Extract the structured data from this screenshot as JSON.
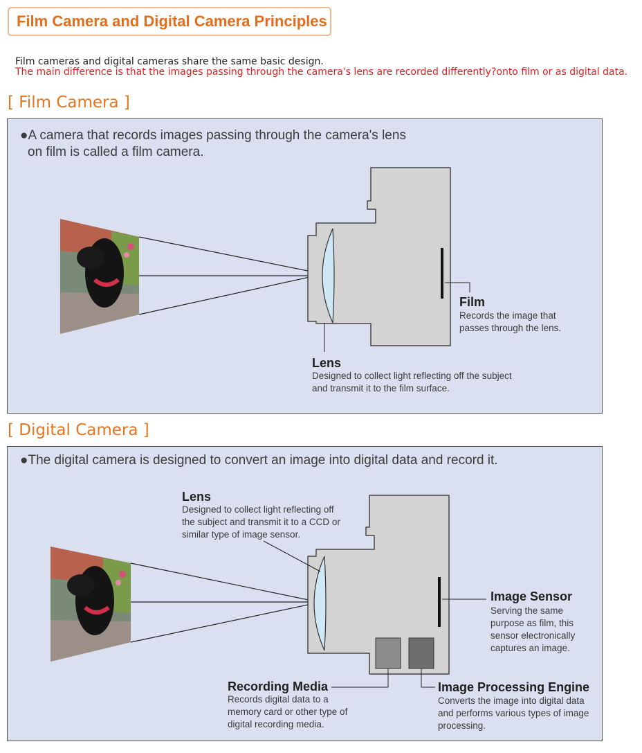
{
  "header": {
    "title": "Film Camera and Digital Camera Principles",
    "intro_line1": "Film cameras and digital cameras share the same basic design.",
    "intro_line2": "The main difference is that the images passing through the camera's lens are recorded differently?onto film or as digital data."
  },
  "film_section": {
    "heading": "[ Film Camera ]",
    "lead_line1": "●A camera that records images passing through the camera's lens",
    "lead_line2": "on film is called a film camera.",
    "film_label": "Film",
    "film_desc_line1": "Records the image that",
    "film_desc_line2": "passes through the lens.",
    "lens_label": "Lens",
    "lens_desc_line1": "Designed to collect light reflecting off the subject",
    "lens_desc_line2": "and transmit it to the film surface."
  },
  "digital_section": {
    "heading": "[ Digital Camera ]",
    "lead": "●The digital camera is designed to convert an image into digital data and record it.",
    "lens_label": "Lens",
    "lens_desc_line1": "Designed to collect light reflecting off",
    "lens_desc_line2": "the subject and transmit it to a CCD or",
    "lens_desc_line3": "similar type of image sensor.",
    "sensor_label": "Image Sensor",
    "sensor_desc_line1": "Serving the same",
    "sensor_desc_line2": "purpose as film, this",
    "sensor_desc_line3": "sensor electronically",
    "sensor_desc_line4": "captures an image.",
    "media_label": "Recording Media",
    "media_desc_line1": "Records digital data to a",
    "media_desc_line2": "memory card or other type of",
    "media_desc_line3": "digital recording media.",
    "engine_label": "Image Processing Engine",
    "engine_desc_line1": "Converts the image into digital data",
    "engine_desc_line2": "and performs various types of image",
    "engine_desc_line3": "processing."
  },
  "colors": {
    "title_orange": "#e46d1b",
    "heading_orange": "#e9741f",
    "intro_red": "#e02020",
    "panel_bg": "#dbe0f1",
    "camera_body": "#d3d3d3",
    "lens_blue": "#cfe8f6"
  }
}
